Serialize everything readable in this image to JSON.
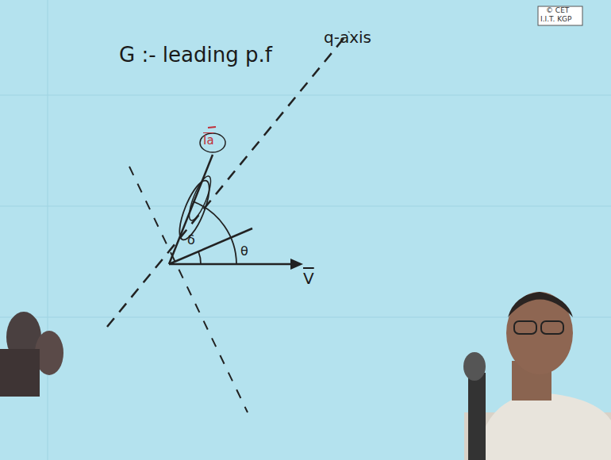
{
  "diagram": {
    "labels": [
      "G :- leading p.f",
      "q-axis",
      "δ",
      "θ",
      "V",
      "Ia",
      "© CET",
      "I.I.T. KGP"
    ]
  }
}
